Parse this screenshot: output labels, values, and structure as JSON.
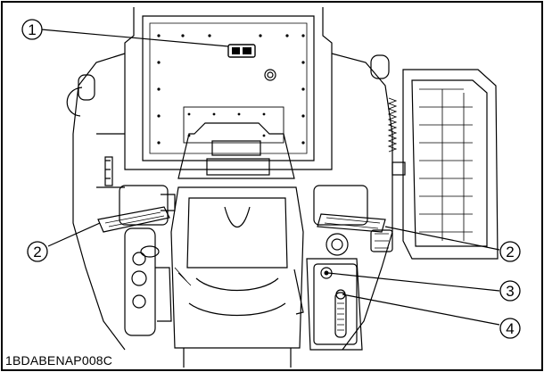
{
  "figure_code": "1BDABENAP008C",
  "callouts": [
    "1",
    "2",
    "2",
    "3",
    "4"
  ],
  "colors": {
    "line": "#000000",
    "fill": "#ffffff",
    "frame": "#000000"
  }
}
